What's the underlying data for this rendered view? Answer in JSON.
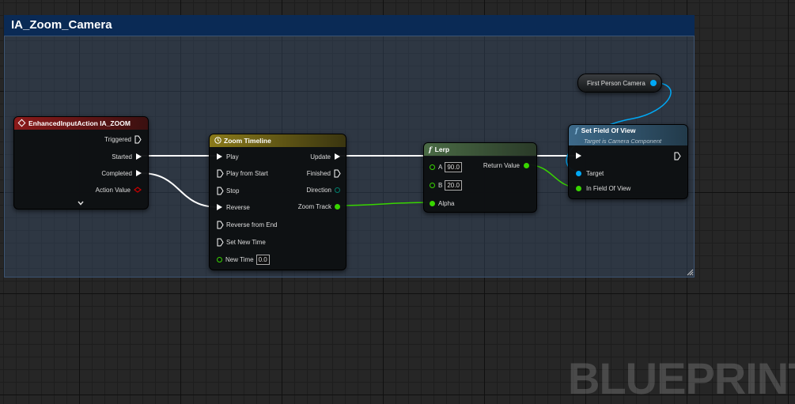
{
  "comment": {
    "title": "IA_Zoom_Camera"
  },
  "nodes": {
    "input_action": {
      "title": "EnhancedInputAction IA_ZOOM",
      "pins": {
        "triggered": "Triggered",
        "started": "Started",
        "completed": "Completed",
        "action_value": "Action Value"
      },
      "expand_icon": "chevron-down-icon"
    },
    "timeline": {
      "title": "Zoom Timeline",
      "icon": "clock-icon",
      "inputs": {
        "play": "Play",
        "play_from_start": "Play from Start",
        "stop": "Stop",
        "reverse": "Reverse",
        "reverse_from_end": "Reverse from End",
        "set_new_time": "Set New Time",
        "new_time": "New Time"
      },
      "new_time_value": "0.0",
      "outputs": {
        "update": "Update",
        "finished": "Finished",
        "direction": "Direction",
        "zoom_track": "Zoom Track"
      }
    },
    "lerp": {
      "title": "Lerp",
      "icon": "function-icon",
      "inputs": {
        "a": "A",
        "b": "B",
        "alpha": "Alpha"
      },
      "a_value": "90.0",
      "b_value": "20.0",
      "outputs": {
        "return_value": "Return Value"
      }
    },
    "camera": {
      "label": "First Person Camera"
    },
    "set_fov": {
      "title": "Set Field Of View",
      "subtitle": "Target is Camera Component",
      "icon": "function-icon",
      "inputs": {
        "target": "Target",
        "in_fov": "In Field Of View"
      }
    }
  },
  "watermark": "BLUEPRINT",
  "colors": {
    "comment_header": "#0a2a55",
    "exec": "#ffffff",
    "float_pin": "#38d500",
    "object_pin": "#00a8f4",
    "struct_pin": "#c80000",
    "enum_pin": "#00806e",
    "input_event_title": "#8b1a1a",
    "timeline_title": "#8a7a1a",
    "pure_function_title": "#4a6b45",
    "function_title": "#3d6a8a"
  }
}
